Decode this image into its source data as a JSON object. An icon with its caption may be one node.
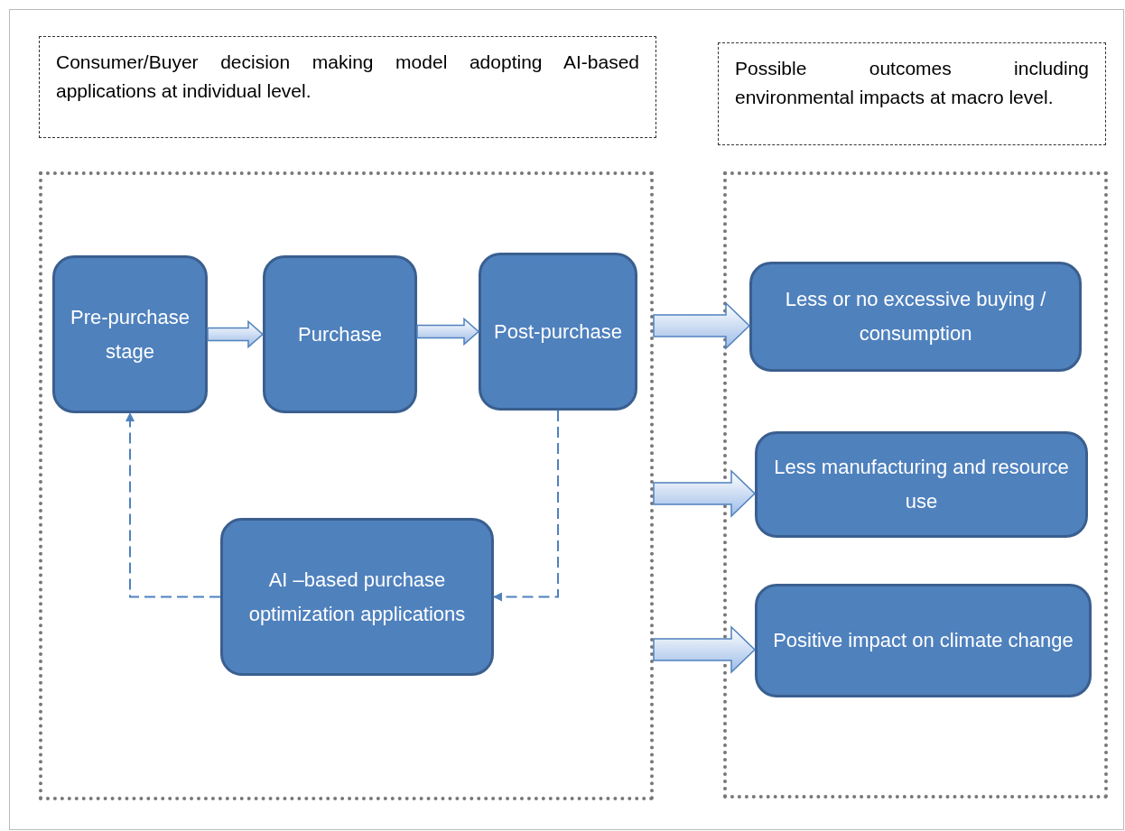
{
  "diagram": {
    "nodes": [
      {
        "text": [
          "Consumer/Buyer decision making model adopting AI-based applications at individual level."
        ]
      },
      {
        "text": [
          "Possible outcomes including environmental impacts at macro level."
        ]
      },
      {
        "text": [],
        "shape": "box"
      },
      {
        "text": [],
        "shape": "box"
      },
      {
        "text": [
          "Pre-purchase stage"
        ],
        "in": 2
      },
      {
        "text": [
          "Purchase"
        ],
        "in": 2
      },
      {
        "text": [
          "Post-purchase"
        ],
        "in": 2
      },
      {
        "text": [
          "AI –based purchase optimization applications"
        ],
        "in": 2
      },
      {
        "text": [
          "Less or no excessive buying / consumption"
        ],
        "in": 3
      },
      {
        "text": [
          "Less manufacturing and resource use"
        ],
        "in": 3
      },
      {
        "text": [
          "Positive impact on climate change"
        ],
        "in": 3
      }
    ],
    "edges": [
      {
        "from": 4,
        "to": 5,
        "arrow": "to",
        "style": "thick"
      },
      {
        "from": 5,
        "to": 6,
        "arrow": "to",
        "style": "thick"
      },
      {
        "from": 6,
        "to": 7,
        "arrow": "to",
        "style": "dashed"
      },
      {
        "from": 7,
        "to": 4,
        "arrow": "to",
        "style": "dashed"
      },
      {
        "from": 2,
        "to": 8,
        "arrow": "to",
        "style": "thick"
      },
      {
        "from": 2,
        "to": 9,
        "arrow": "to",
        "style": "thick"
      },
      {
        "from": 2,
        "to": 10,
        "arrow": "to",
        "style": "thick"
      }
    ]
  }
}
